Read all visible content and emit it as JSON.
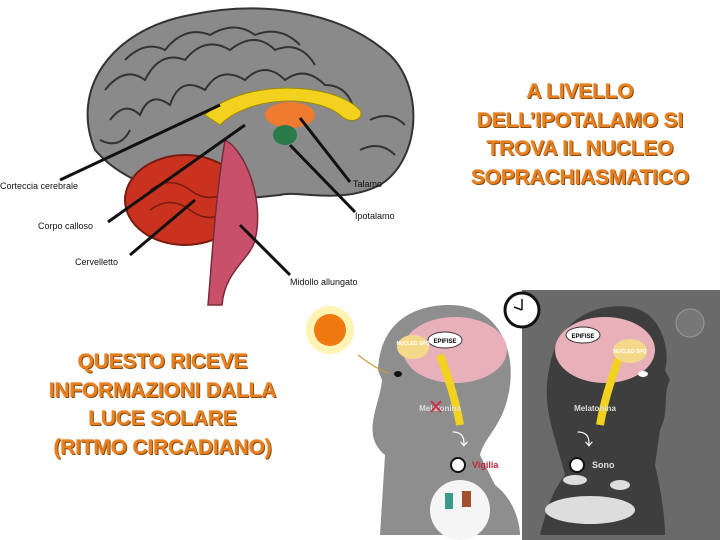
{
  "headline_top": {
    "lines": [
      "A LIVELLO",
      "DELL’IPOTALAMO SI",
      "TROVA IL NUCLEO",
      "SOPRACHIASMATICO"
    ]
  },
  "headline_bottom": {
    "lines": [
      "QUESTO RICEVE",
      "INFORMAZIONI DALLA",
      "LUCE SOLARE",
      "(RITMO CIRCADIANO)"
    ]
  },
  "brain_diagram": {
    "labels": {
      "cortex": "Corteccia cerebrale",
      "corpus_callosum": "Corpo calloso",
      "cerebellum": "Cervelletto",
      "medulla": "Midollo allungato",
      "thalamus": "Talamo",
      "hypothalamus": "Ipotalamo"
    }
  },
  "circadian_illustration": {
    "day": {
      "epiphysis": "EPIFISE",
      "nucleus": "NUCLEO SPQ",
      "hormone": "Melatonina",
      "state": "Vigilia"
    },
    "night": {
      "epiphysis": "EPIFISE",
      "nucleus": "NUCLEO SPQ",
      "hormone": "Melatonina",
      "state": "Sono"
    }
  },
  "colors": {
    "headline": "#e8801e",
    "day_panel": "#8e8e8e",
    "night_panel": "#5e5e5e",
    "vigilia": "#c0263a"
  }
}
